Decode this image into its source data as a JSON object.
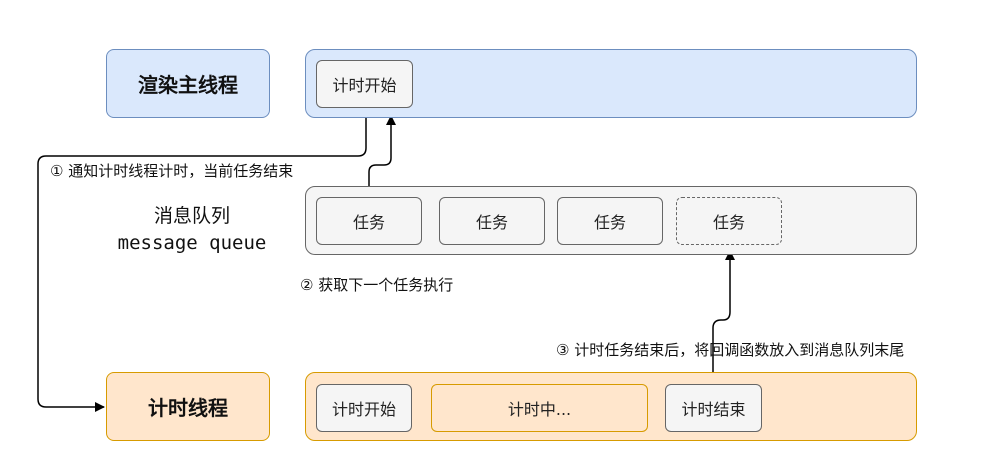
{
  "render_thread": {
    "label": "渲染主线程",
    "chip": "计时开始"
  },
  "queue": {
    "label_zh": "消息队列",
    "label_en": "message queue",
    "tasks": [
      "任务",
      "任务",
      "任务",
      "任务"
    ]
  },
  "timer_thread": {
    "label": "计时线程",
    "chips": {
      "start": "计时开始",
      "running": "计时中...",
      "end": "计时结束"
    }
  },
  "notes": {
    "step1": "① 通知计时线程计时，当前任务结束",
    "step2": "② 获取下一个任务执行",
    "step3": "③ 计时任务结束后，将回调函数放入到消息队列末尾"
  },
  "colors": {
    "blue_fill": "#dae8fc",
    "blue_stroke": "#6c8ebf",
    "orange_fill": "#ffe6cc",
    "orange_stroke": "#d79b00",
    "gray_fill": "#f5f5f5",
    "gray_stroke": "#666666"
  }
}
